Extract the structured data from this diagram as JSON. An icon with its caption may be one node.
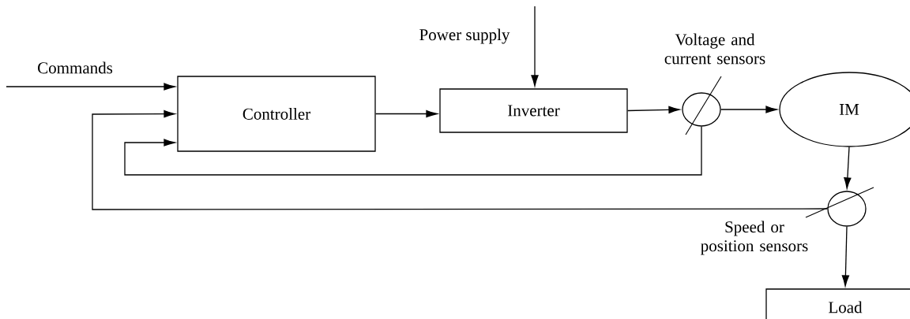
{
  "diagram": {
    "nodes": [
      {
        "text": [
          "Controller"
        ]
      },
      {
        "text": [
          "Inverter"
        ]
      },
      {
        "text": [],
        "shape": "circle",
        "beside": [
          "Voltage and current sensors"
        ]
      },
      {
        "text": [
          "IM"
        ]
      },
      {
        "text": [],
        "shape": "circle",
        "beside": [
          "Speed or position sensors"
        ]
      },
      {
        "text": [
          "Load"
        ]
      }
    ],
    "edges": [
      {
        "from": null,
        "to": 0,
        "arrow": "to",
        "label": "Commands"
      },
      {
        "from": null,
        "to": 1,
        "arrow": "to",
        "label": "Power supply"
      },
      {
        "from": 0,
        "to": 1,
        "arrow": "to"
      },
      {
        "from": 1,
        "to": 2,
        "arrow": "to"
      },
      {
        "from": 2,
        "to": 3,
        "arrow": "to"
      },
      {
        "from": 2,
        "to": 0,
        "arrow": "to"
      },
      {
        "from": 3,
        "to": 4,
        "arrow": "to"
      },
      {
        "from": 4,
        "to": 0,
        "arrow": "to"
      },
      {
        "from": 4,
        "to": 5,
        "arrow": "to"
      }
    ]
  }
}
